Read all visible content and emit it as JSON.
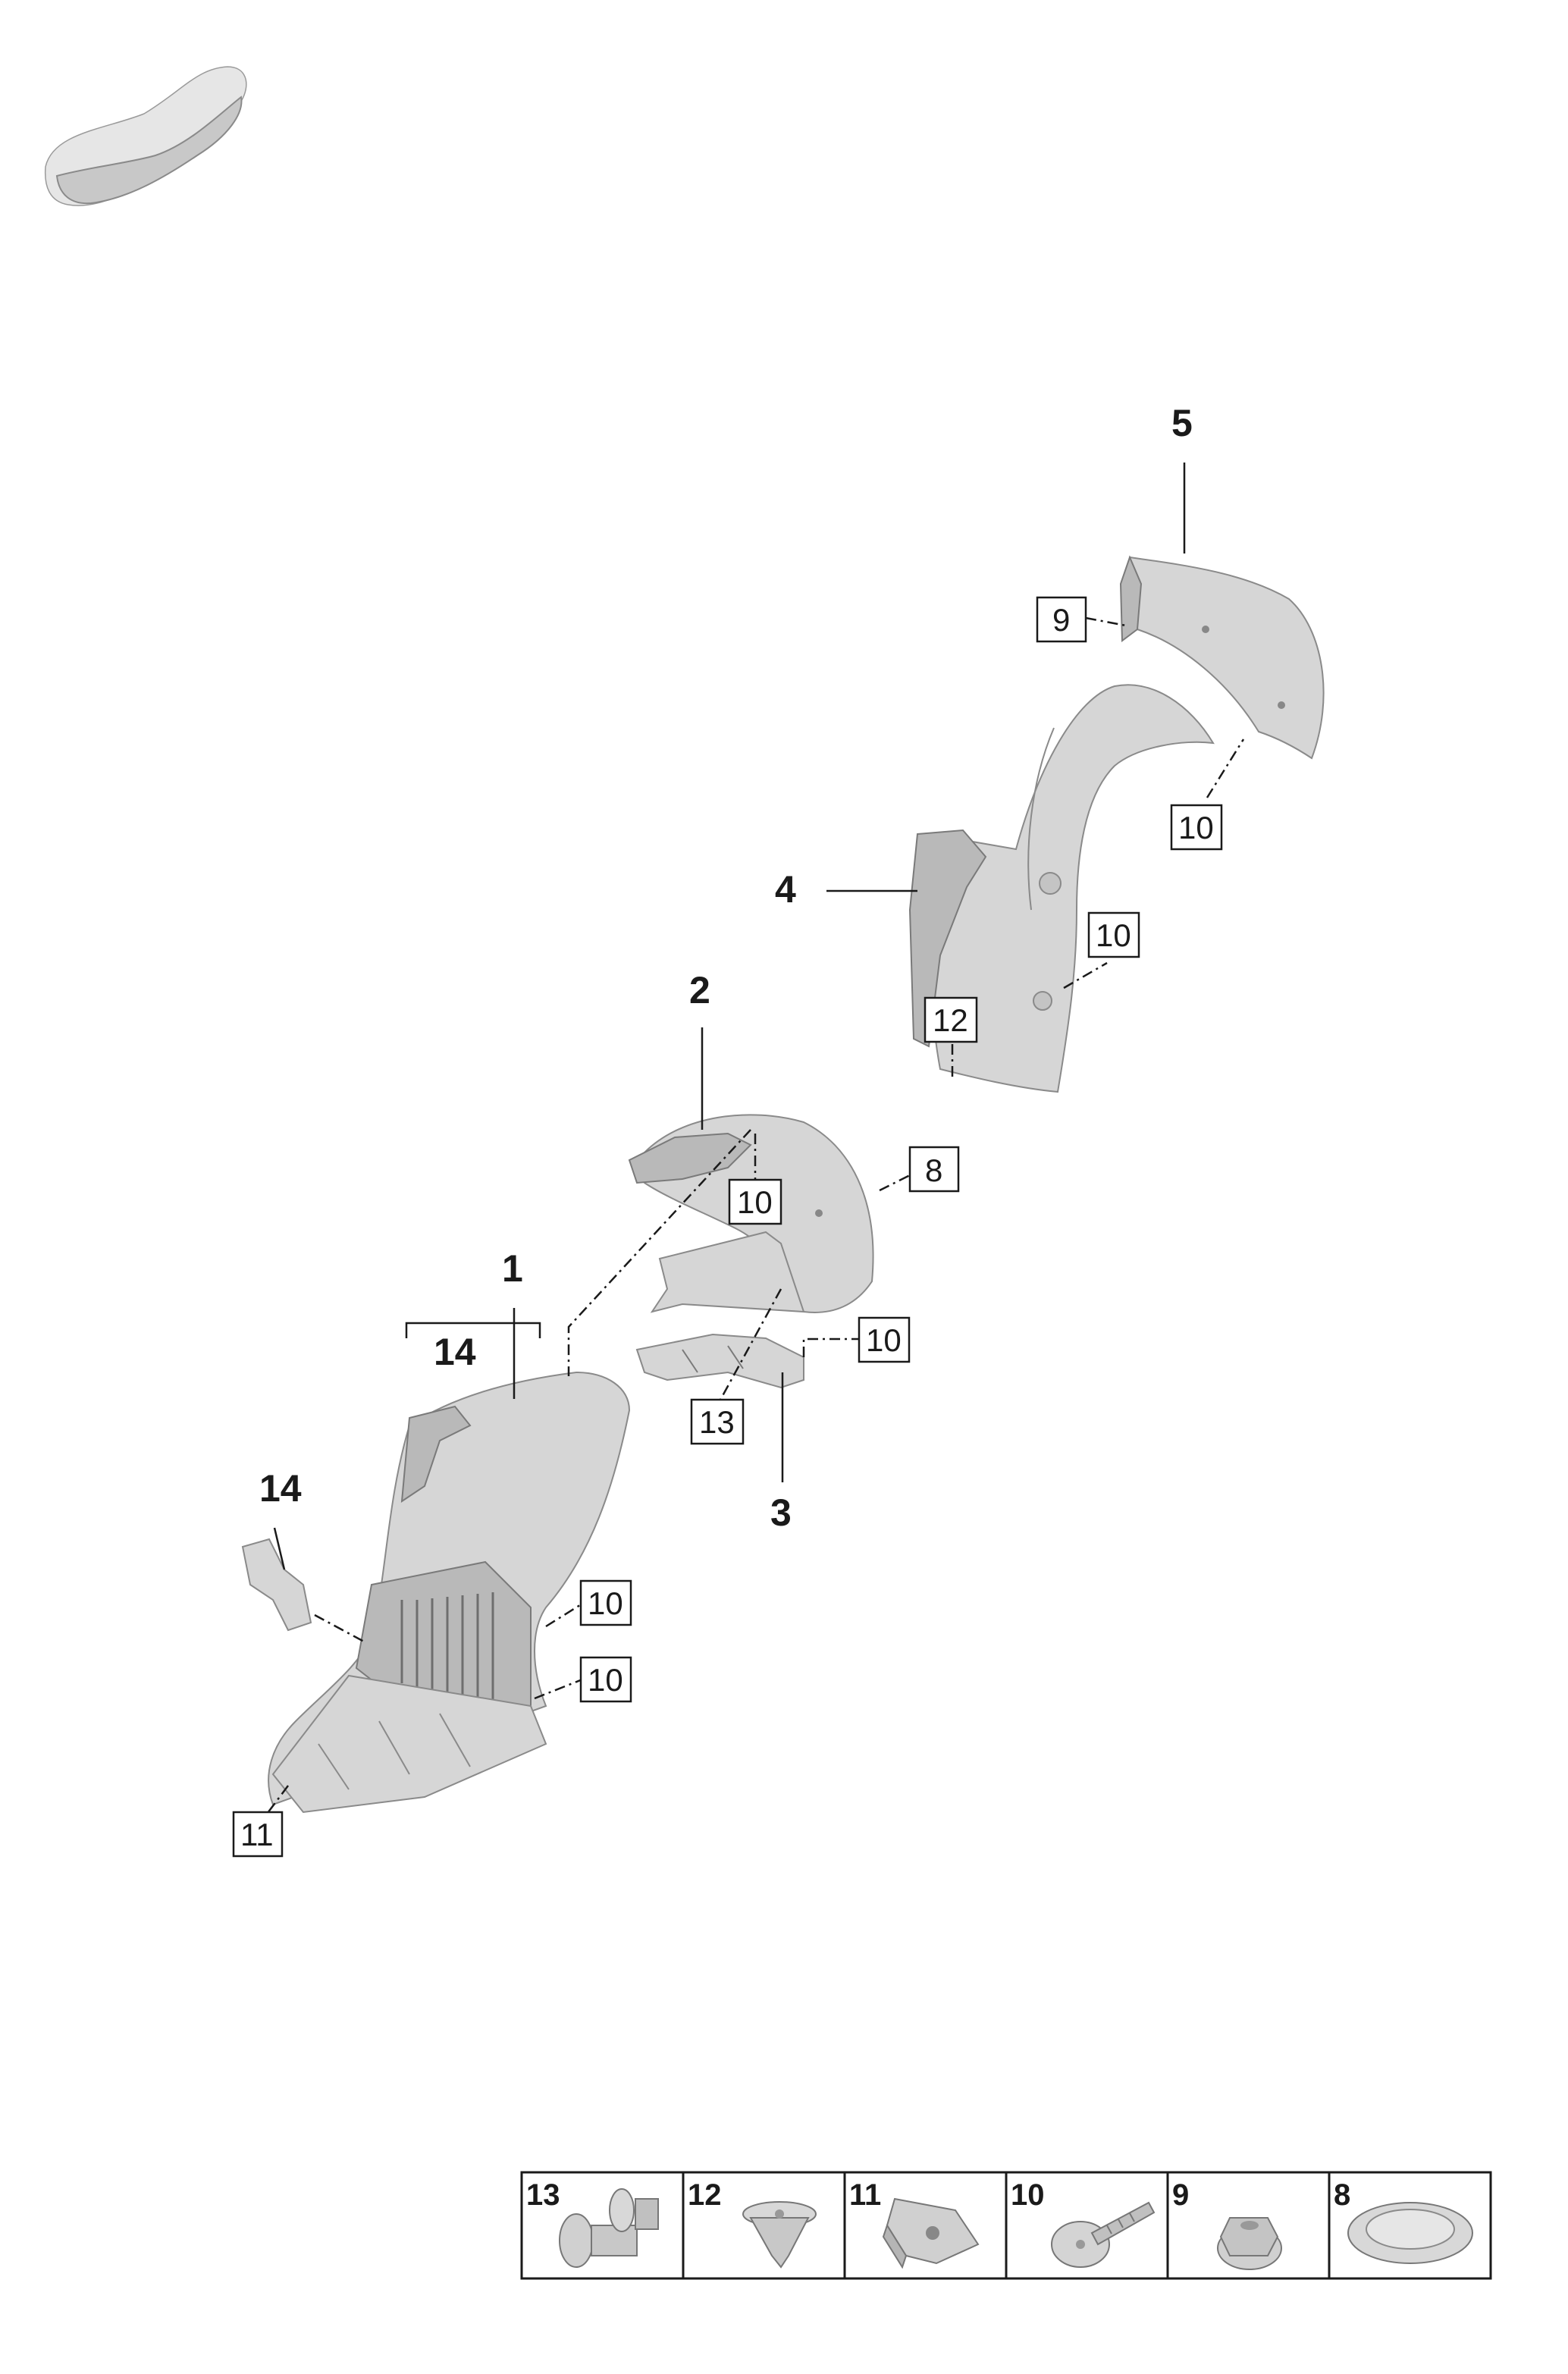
{
  "callouts": {
    "c1": "1",
    "c2": "2",
    "c3": "3",
    "c4": "4",
    "c5": "5",
    "c14a": "14",
    "c14b": "14"
  },
  "boxed_refs": {
    "b9": "9",
    "b10_r5": "10",
    "b10_r4": "10",
    "b12": "12",
    "b8": "8",
    "b10_top2": "10",
    "b10_mid": "10",
    "b13": "13",
    "b10_1a": "10",
    "b10_1b": "10",
    "b11": "11"
  },
  "legend": [
    "13",
    "12",
    "11",
    "10",
    "9",
    "8"
  ]
}
